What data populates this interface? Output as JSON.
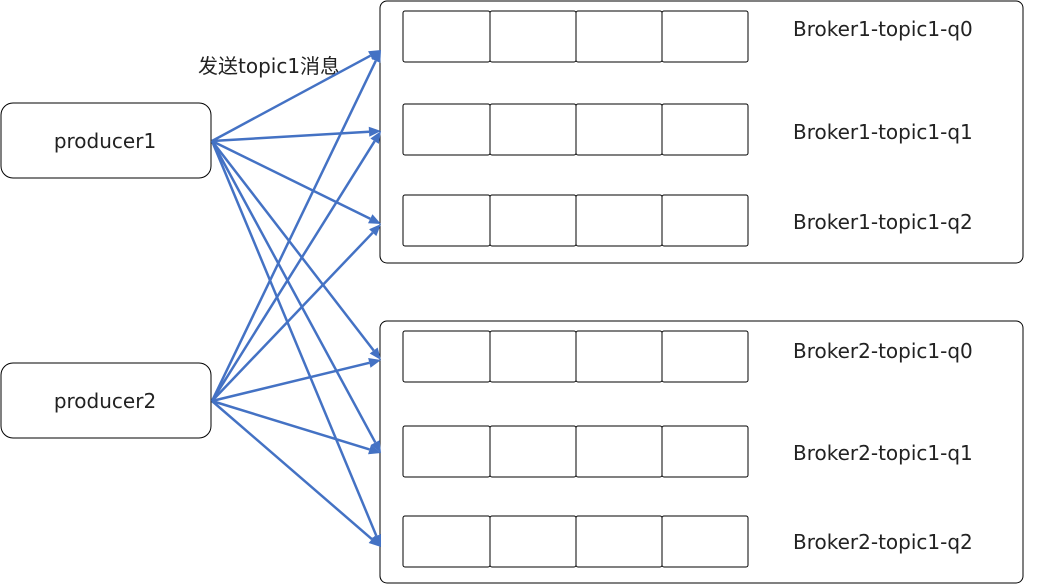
{
  "send_label": "发送topic1消息",
  "producers": [
    {
      "id": "p1",
      "label": "producer1"
    },
    {
      "id": "p2",
      "label": "producer2"
    }
  ],
  "brokers": [
    {
      "id": "broker1",
      "queues": [
        {
          "id": "b1q0",
          "label": "Broker1-topic1-q0"
        },
        {
          "id": "b1q1",
          "label": "Broker1-topic1-q1"
        },
        {
          "id": "b1q2",
          "label": "Broker1-topic1-q2"
        }
      ]
    },
    {
      "id": "broker2",
      "queues": [
        {
          "id": "b2q0",
          "label": "Broker2-topic1-q0"
        },
        {
          "id": "b2q1",
          "label": "Broker2-topic1-q1"
        },
        {
          "id": "b2q2",
          "label": "Broker2-topic1-q2"
        }
      ]
    }
  ],
  "edges": [
    {
      "from": "p1",
      "to": "b1q0"
    },
    {
      "from": "p1",
      "to": "b1q1"
    },
    {
      "from": "p1",
      "to": "b1q2"
    },
    {
      "from": "p1",
      "to": "b2q0"
    },
    {
      "from": "p1",
      "to": "b2q1"
    },
    {
      "from": "p1",
      "to": "b2q2"
    },
    {
      "from": "p2",
      "to": "b1q0"
    },
    {
      "from": "p2",
      "to": "b1q1"
    },
    {
      "from": "p2",
      "to": "b1q2"
    },
    {
      "from": "p2",
      "to": "b2q0"
    },
    {
      "from": "p2",
      "to": "b2q1"
    },
    {
      "from": "p2",
      "to": "b2q2"
    }
  ],
  "colors": {
    "arrow": "#4472C4",
    "border": "#000000"
  }
}
